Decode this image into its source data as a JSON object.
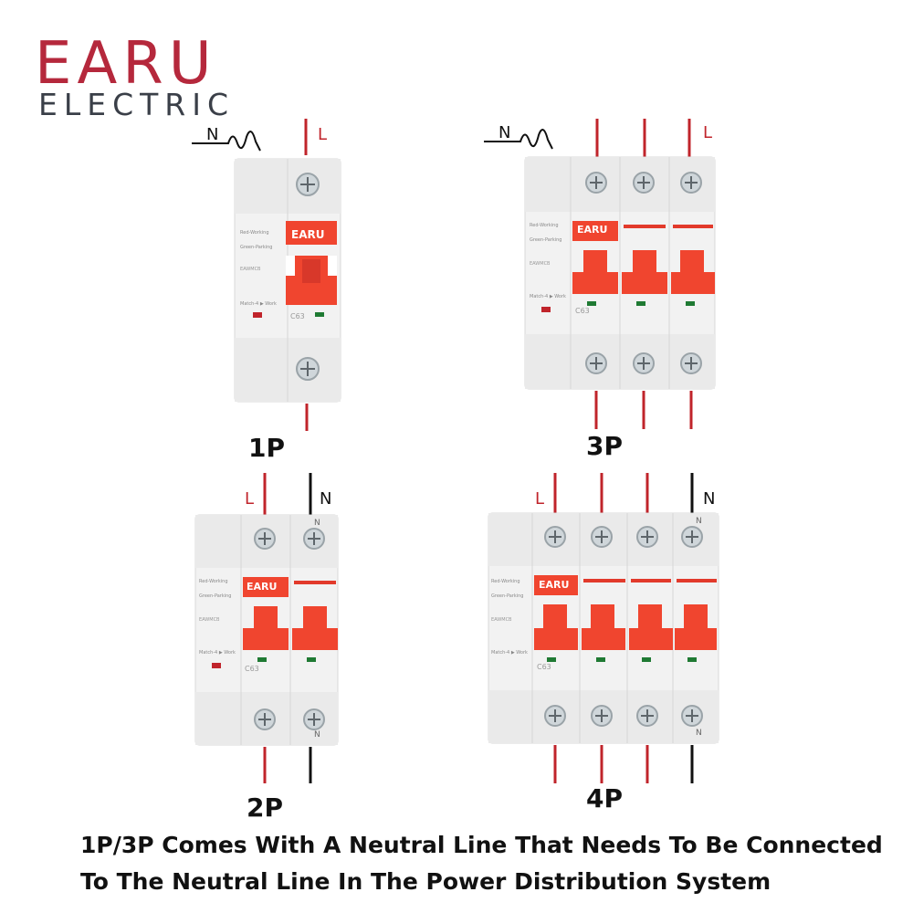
{
  "brand": {
    "name": "EARU",
    "sub": "ELECTRIC",
    "color": "#b5283c"
  },
  "module_logo": "EARU",
  "module_text": {
    "red_working": "Red-Working",
    "green_parking": "Green-Parking",
    "model": "EAWMCB",
    "match": "Match-4 ▶ Work",
    "rating": "C63"
  },
  "variants": [
    {
      "label": "1P",
      "wires": [
        "N",
        "L"
      ]
    },
    {
      "label": "3P",
      "wires": [
        "N",
        "L"
      ]
    },
    {
      "label": "2P",
      "wires": [
        "L",
        "N"
      ]
    },
    {
      "label": "4P",
      "wires": [
        "L",
        "N"
      ]
    }
  ],
  "terminal_mark": "N",
  "caption": {
    "line1": "1P/3P Comes With A Neutral Line That Needs To Be Connected",
    "line2": "To The Neutral Line In The Power Distribution System"
  },
  "colors": {
    "wire_red": "#c0242b",
    "wire_black": "#111111",
    "toggle": "#f0452f",
    "body": "#f2f2f2"
  }
}
